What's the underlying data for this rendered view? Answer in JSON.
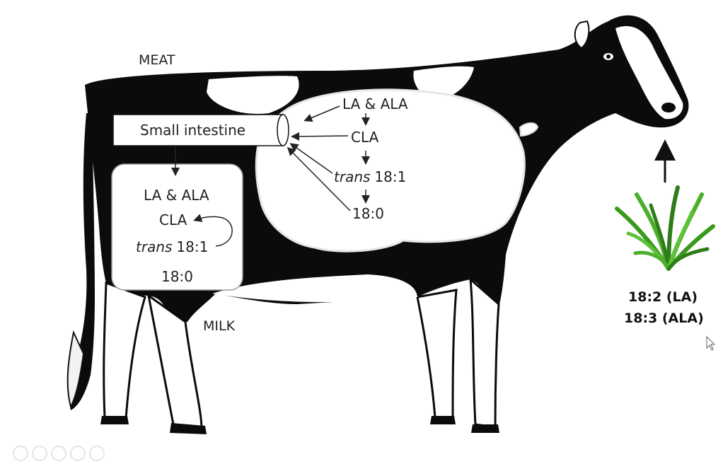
{
  "labels": {
    "meat": "MEAT",
    "milk": "MILK",
    "small_intestine": "Small intestine"
  },
  "rumen_flow": {
    "step1": "LA & ALA",
    "step2": "CLA",
    "step3_italic": "trans",
    "step3_rest": "18:1",
    "step4": "18:0"
  },
  "udder_box": {
    "line1": "LA & ALA",
    "line2": "CLA",
    "line3_italic": "trans",
    "line3_rest": "18:1",
    "line4": "18:0"
  },
  "grass": {
    "line1": "18:2 (LA)",
    "line2": "18:3 (ALA)"
  },
  "colors": {
    "cow_black": "#0b0b0b",
    "cow_white": "#ffffff",
    "grass_green": "#4caf2a",
    "grass_dark": "#2e7d1a",
    "arrow": "#222222"
  },
  "toolbar_icons": [
    "prev-icon",
    "pen-icon",
    "slides-icon",
    "zoom-icon",
    "more-icon"
  ]
}
